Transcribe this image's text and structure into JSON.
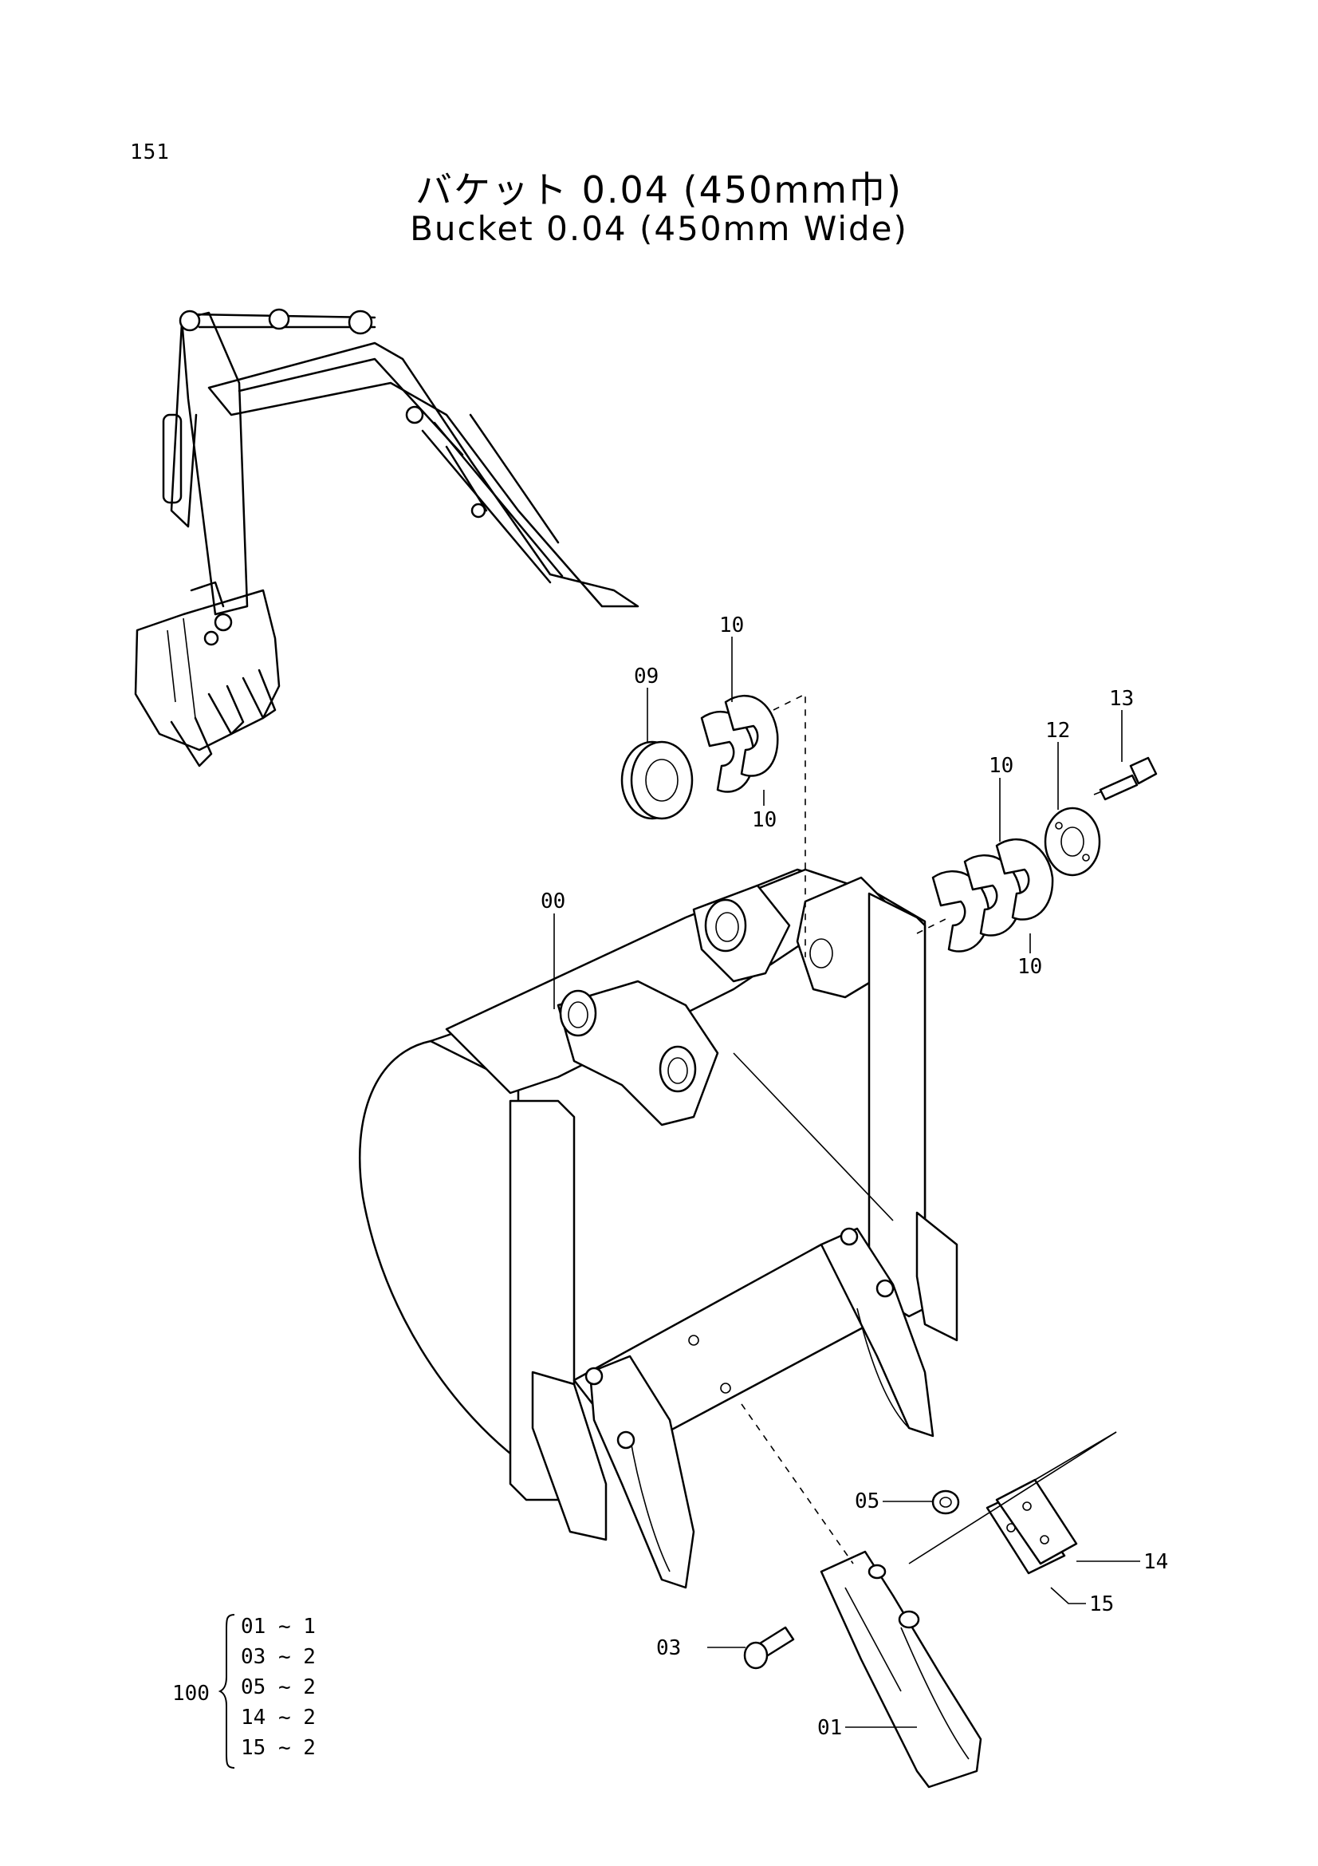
{
  "page": {
    "number": "151"
  },
  "title": {
    "japanese": "バケット 0.04 (450mm巾)",
    "english": "Bucket 0.04 (450mm Wide)"
  },
  "callouts": [
    {
      "id": "09",
      "label": "09"
    },
    {
      "id": "10a",
      "label": "10"
    },
    {
      "id": "10b",
      "label": "10"
    },
    {
      "id": "10c",
      "label": "10"
    },
    {
      "id": "10d",
      "label": "10"
    },
    {
      "id": "12",
      "label": "12"
    },
    {
      "id": "13",
      "label": "13"
    },
    {
      "id": "00",
      "label": "00"
    },
    {
      "id": "05",
      "label": "05"
    },
    {
      "id": "14",
      "label": "14"
    },
    {
      "id": "15",
      "label": "15"
    },
    {
      "id": "03",
      "label": "03"
    },
    {
      "id": "01",
      "label": "01"
    }
  ],
  "kit": {
    "number": "100",
    "items": [
      {
        "part": "01",
        "sep": "~",
        "qty": "1"
      },
      {
        "part": "03",
        "sep": "~",
        "qty": "2"
      },
      {
        "part": "05",
        "sep": "~",
        "qty": "2"
      },
      {
        "part": "14",
        "sep": "~",
        "qty": "2"
      },
      {
        "part": "15",
        "sep": "~",
        "qty": "2"
      }
    ]
  }
}
